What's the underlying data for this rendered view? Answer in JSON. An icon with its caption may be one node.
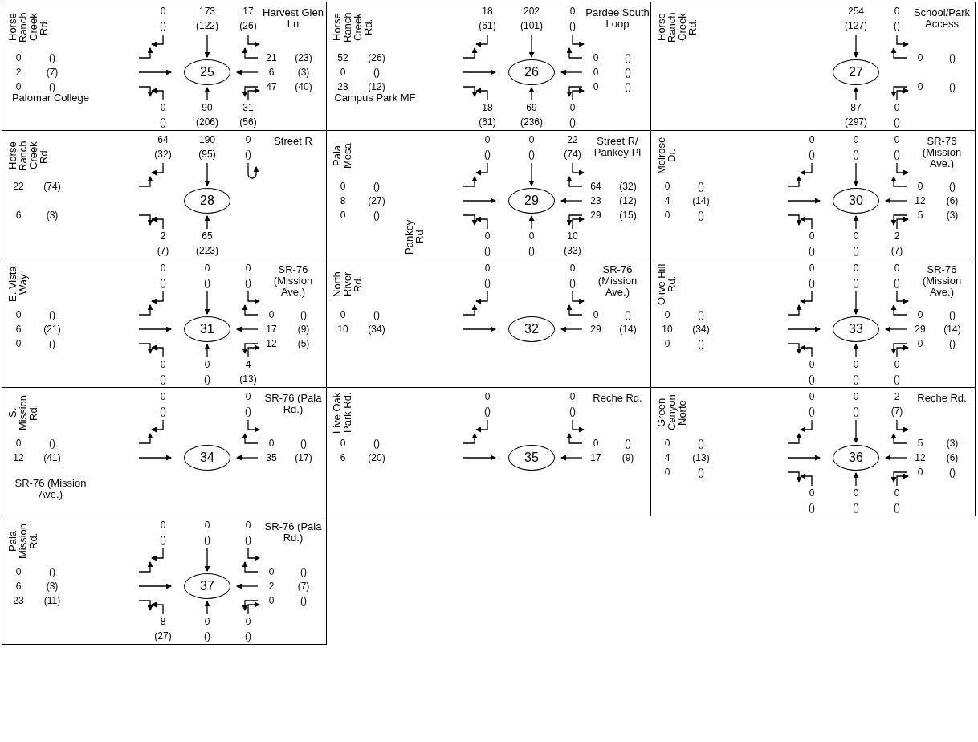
{
  "diagram": {
    "nodes": [
      {
        "text": [
          "Horse Ranch Creek Rd.",
          "Harvest Glen Ln",
          "Palomar College"
        ]
      },
      {
        "text": [
          "25"
        ],
        "in": 0
      },
      {
        "text": [
          "Horse Ranch Creek Rd.",
          "Pardee South Loop",
          "Campus Park MF"
        ]
      },
      {
        "text": [
          "26"
        ],
        "in": 2
      },
      {
        "text": [
          "Horse Ranch Creek Rd.",
          "School/Park Access"
        ]
      },
      {
        "text": [
          "27"
        ],
        "in": 4
      },
      {
        "text": [
          "Horse Ranch Creek Rd.",
          "Street R"
        ]
      },
      {
        "text": [
          "28"
        ],
        "in": 6
      },
      {
        "text": [
          "Pala Mesa",
          "Street R/ Pankey Pl",
          "Pankey Rd"
        ]
      },
      {
        "text": [
          "29"
        ],
        "in": 8
      },
      {
        "text": [
          "Melrose Dr.",
          "SR-76 (Mission Ave.)"
        ]
      },
      {
        "text": [
          "30"
        ],
        "in": 10
      },
      {
        "text": [
          "E. Vista Way",
          "SR-76 (Mission Ave.)"
        ]
      },
      {
        "text": [
          "31"
        ],
        "in": 12
      },
      {
        "text": [
          "North River Rd.",
          "SR-76 (Mission Ave.)"
        ]
      },
      {
        "text": [
          "32"
        ],
        "in": 14
      },
      {
        "text": [
          "Olive Hill Rd.",
          "SR-76 (Mission Ave.)"
        ]
      },
      {
        "text": [
          "33"
        ],
        "in": 16
      },
      {
        "text": [
          "S. Mission Rd.",
          "SR-76 (Pala Rd.)",
          "SR-76 (Mission Ave.)"
        ]
      },
      {
        "text": [
          "34"
        ],
        "in": 18
      },
      {
        "text": [
          "Live Oak Park Rd.",
          "Reche Rd."
        ]
      },
      {
        "text": [
          "35"
        ],
        "in": 20
      },
      {
        "text": [
          "Green Canyon Norte",
          "Reche Rd."
        ]
      },
      {
        "text": [
          "36"
        ],
        "in": 22
      },
      {
        "text": [
          "Pala Mission Rd.",
          "SR-76 (Pala Rd.)"
        ]
      },
      {
        "text": [
          "37"
        ],
        "in": 24
      }
    ],
    "edges": [],
    "labels": [
      "0",
      "()",
      "173",
      "(122)",
      "17",
      "(26)",
      "0",
      "()",
      "2",
      "(7)",
      "0",
      "()",
      "21",
      "(23)",
      "6",
      "(3)",
      "47",
      "(40)",
      "0",
      "()",
      "90",
      "(206)",
      "31",
      "(56)",
      "18",
      "(61)",
      "202",
      "(101)",
      "0",
      "()",
      "52",
      "(26)",
      "0",
      "()",
      "23",
      "(12)",
      "0",
      "()",
      "0",
      "()",
      "0",
      "()",
      "18",
      "(61)",
      "69",
      "(236)",
      "0",
      "()",
      "254",
      "(127)",
      "0",
      "()",
      "0",
      "()",
      "0",
      "()",
      "87",
      "(297)",
      "0",
      "()",
      "64",
      "(32)",
      "190",
      "(95)",
      "0",
      "()",
      "22",
      "(74)",
      "6",
      "(3)",
      "2",
      "(7)",
      "65",
      "(223)",
      "0",
      "()",
      "0",
      "()",
      "22",
      "(74)",
      "0",
      "()",
      "8",
      "(27)",
      "0",
      "()",
      "64",
      "(32)",
      "23",
      "(12)",
      "29",
      "(15)",
      "0",
      "()",
      "0",
      "()",
      "10",
      "(33)",
      "0",
      "()",
      "0",
      "()",
      "0",
      "()",
      "0",
      "()",
      "4",
      "(14)",
      "0",
      "()",
      "0",
      "()",
      "12",
      "(6)",
      "5",
      "(3)",
      "0",
      "()",
      "0",
      "()",
      "2",
      "(7)",
      "0",
      "()",
      "0",
      "()",
      "0",
      "()",
      "0",
      "()",
      "6",
      "(21)",
      "0",
      "()",
      "0",
      "()",
      "17",
      "(9)",
      "12",
      "(5)",
      "0",
      "()",
      "0",
      "()",
      "4",
      "(13)",
      "0",
      "()",
      "0",
      "()",
      "0",
      "()",
      "10",
      "(34)",
      "0",
      "()",
      "29",
      "(14)",
      "0",
      "()",
      "0",
      "()",
      "0",
      "()",
      "0",
      "()",
      "10",
      "(34)",
      "0",
      "()",
      "0",
      "()",
      "29",
      "(14)",
      "0",
      "()",
      "0",
      "()",
      "0",
      "()",
      "0",
      "()",
      "0",
      "()",
      "0",
      "()",
      "0",
      "()",
      "12",
      "(41)",
      "0",
      "()",
      "35",
      "(17)",
      "0",
      "()",
      "0",
      "()",
      "0",
      "()",
      "6",
      "(20)",
      "0",
      "()",
      "17",
      "(9)",
      "0",
      "()",
      "0",
      "()",
      "2",
      "(7)",
      "0",
      "()",
      "4",
      "(13)",
      "0",
      "()",
      "5",
      "(3)",
      "12",
      "(6)",
      "0",
      "()",
      "0",
      "()",
      "0",
      "()",
      "0",
      "()",
      "0",
      "()",
      "0",
      "()",
      "0",
      "()",
      "0",
      "()",
      "6",
      "(3)",
      "23",
      "(11)",
      "0",
      "()",
      "2",
      "(7)",
      "0",
      "()",
      "8",
      "(27)",
      "0",
      "()",
      "0",
      "()"
    ]
  }
}
